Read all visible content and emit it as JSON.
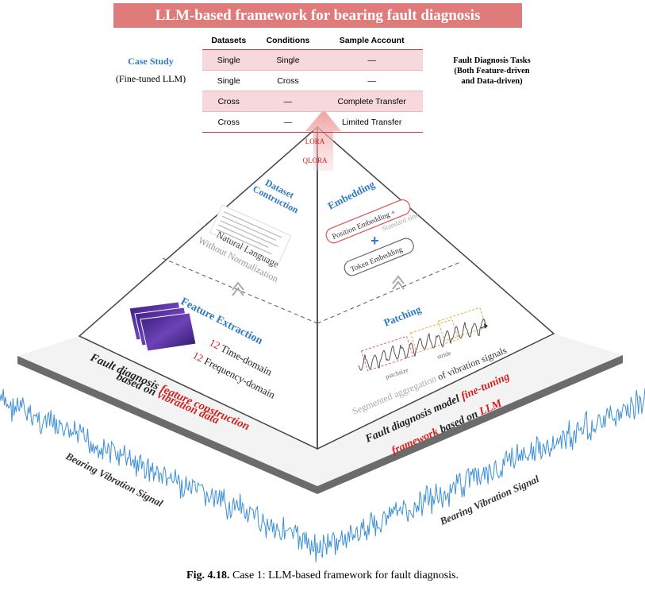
{
  "title": "LLM-based framework for bearing fault diagnosis",
  "case_study": {
    "title": "Case Study",
    "subtitle": "(Fine-tuned LLM)"
  },
  "table": {
    "headers": [
      "Datasets",
      "Conditions",
      "Sample Account"
    ],
    "rows": [
      [
        "Single",
        "Single",
        "—"
      ],
      [
        "Single",
        "Cross",
        "—"
      ],
      [
        "Cross",
        "—",
        "Complete Transfer"
      ],
      [
        "Cross",
        "—",
        "Limited Transfer"
      ]
    ]
  },
  "tasks": {
    "line1": "Fault Diagnosis Tasks",
    "line2": "(Both Feature-driven",
    "line3": "and Data-driven)"
  },
  "arrow_labels": {
    "lora": "LORA",
    "qlora": "QLORA"
  },
  "left_face": {
    "dataset_title_1": "Dataset",
    "dataset_title_2": "Contruction",
    "natural_language": "Natural Language",
    "without_norm": "Without Normalization",
    "feature_title": "Feature Extraction",
    "time_count": "12",
    "time_label": "Time-domain",
    "freq_count": "12",
    "freq_label": "Frequency-domain"
  },
  "right_face": {
    "embedding_title": "Embedding",
    "position_embedding": "Position Embedding +",
    "standard_sine": "Standard sine",
    "plus": "+",
    "token_embedding": "Token Embedding",
    "patching_title": "Patching",
    "patchsize": "patchsize",
    "stride": "stride",
    "segmented_1": "Segmented aggregation",
    "segmented_2": " of vibration signals"
  },
  "base_left": {
    "l1a": "Fault diagnosis ",
    "l1b": "feature construction",
    "l2a": "based on ",
    "l2b": "vibration data"
  },
  "base_right": {
    "l1a": "Fault diagnosis model ",
    "l1b": "fine-tuning",
    "l2a": "framework",
    "l2b": " based on ",
    "l2c": "LLM"
  },
  "signal_label_left": "Bearing Vibration Signal",
  "signal_label_right": "Bearing Vibration Signal",
  "caption": {
    "fig": "Fig. 4.18.",
    "text": " Case 1: LLM-based framework for fault diagnosis."
  },
  "colors": {
    "banner": "#e07b7b",
    "blue": "#2e7bc4",
    "red": "#d42020",
    "signal": "#3d8fd6"
  }
}
